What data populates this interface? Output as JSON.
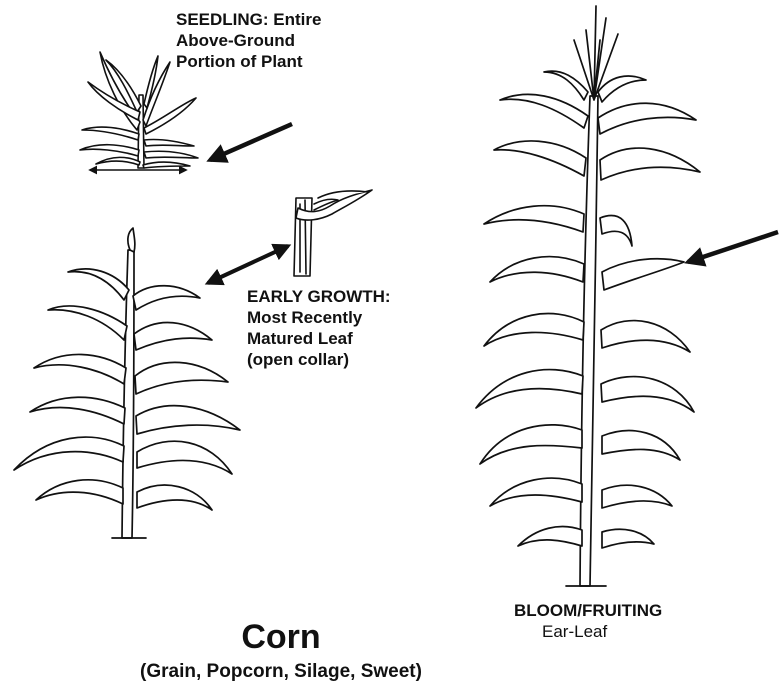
{
  "colors": {
    "ink": "#111111",
    "background": "#ffffff"
  },
  "labels": {
    "seedling": [
      "SEEDLING: Entire",
      "Above-Ground",
      "Portion of Plant"
    ],
    "early_growth": [
      "EARLY GROWTH:",
      "Most Recently",
      "Matured Leaf",
      "(open collar)"
    ],
    "bloom": {
      "title": "BLOOM/FRUITING",
      "sub": "Ear-Leaf"
    }
  },
  "title": "Corn",
  "subtitle": "(Grain, Popcorn, Silage, Sweet)",
  "illustrations": [
    "seedling-plant",
    "leaf-collar-detail",
    "early-growth-plant",
    "bloom-fruiting-plant"
  ],
  "arrows": [
    "seedling-arrow",
    "early-growth-double-arrow",
    "ear-leaf-arrow"
  ]
}
